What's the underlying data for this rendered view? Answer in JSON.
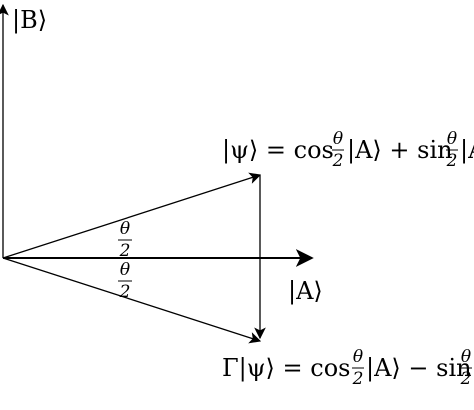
{
  "colors": {
    "ink": "#000000",
    "background": "#ffffff"
  },
  "labels": {
    "basis_b": "|B⟩",
    "basis_a": "|A⟩",
    "state_psi_lhs": "|ψ⟩ = cos",
    "state_psi_mid": "|A⟩ + sin",
    "state_psi_tail": "|A",
    "state_gamma_lhs": "Γ|ψ⟩ = cos",
    "state_gamma_mid": "|A⟩ − sin",
    "theta": "θ",
    "two": "2"
  }
}
